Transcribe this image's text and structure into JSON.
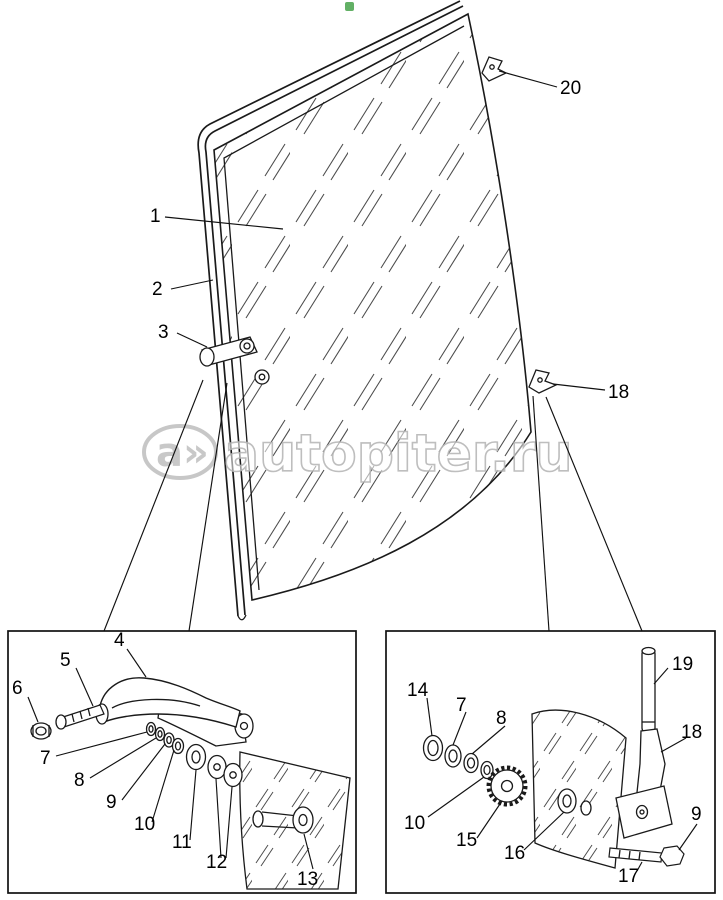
{
  "artifact": {
    "name": "green-corner-mark",
    "color": "#46a24a"
  },
  "watermark": {
    "logo": "a»",
    "text": "autopiter.ru"
  },
  "main": {
    "callouts": [
      "1",
      "2",
      "3",
      "20",
      "18"
    ]
  },
  "left_panel": {
    "callouts": [
      "4",
      "5",
      "6",
      "7",
      "8",
      "9",
      "10",
      "11",
      "12",
      "13"
    ]
  },
  "right_panel": {
    "callouts": [
      "14",
      "7",
      "8",
      "10",
      "15",
      "16",
      "19",
      "18",
      "9",
      "17"
    ]
  }
}
